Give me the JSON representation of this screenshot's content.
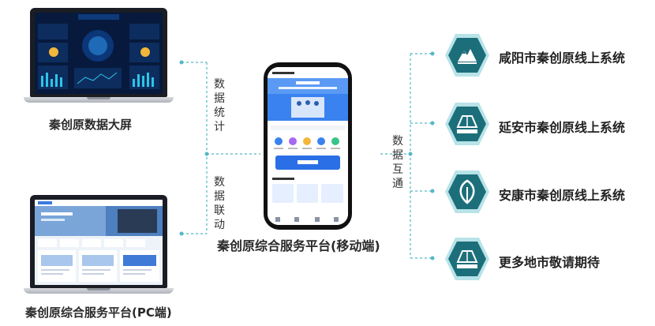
{
  "labels": {
    "data_screen": "秦创原数据大屏",
    "pc_platform": "秦创原综合服务平台(PC端)",
    "mobile_platform": "秦创原综合服务平台(移动端)",
    "data_stats": [
      "数",
      "据",
      "统",
      "计"
    ],
    "data_link": [
      "数",
      "据",
      "联",
      "动"
    ],
    "data_interop": [
      "数",
      "据",
      "互",
      "通"
    ]
  },
  "cities": [
    {
      "name": "咸阳市秦创原线上系统",
      "icon": "mountain-icon"
    },
    {
      "name": "延安市秦创原线上系统",
      "icon": "road-logo-icon"
    },
    {
      "name": "安康市秦创原线上系统",
      "icon": "leaf-icon"
    },
    {
      "name": "更多地市敬请期待",
      "icon": "road-logo-icon"
    }
  ],
  "colors": {
    "teal": "#1c6f7a",
    "teal_dark": "#12525a",
    "hex_border": "#b8e3e8",
    "connector": "#53b8c4",
    "phone_blue": "#2b6fe6"
  }
}
